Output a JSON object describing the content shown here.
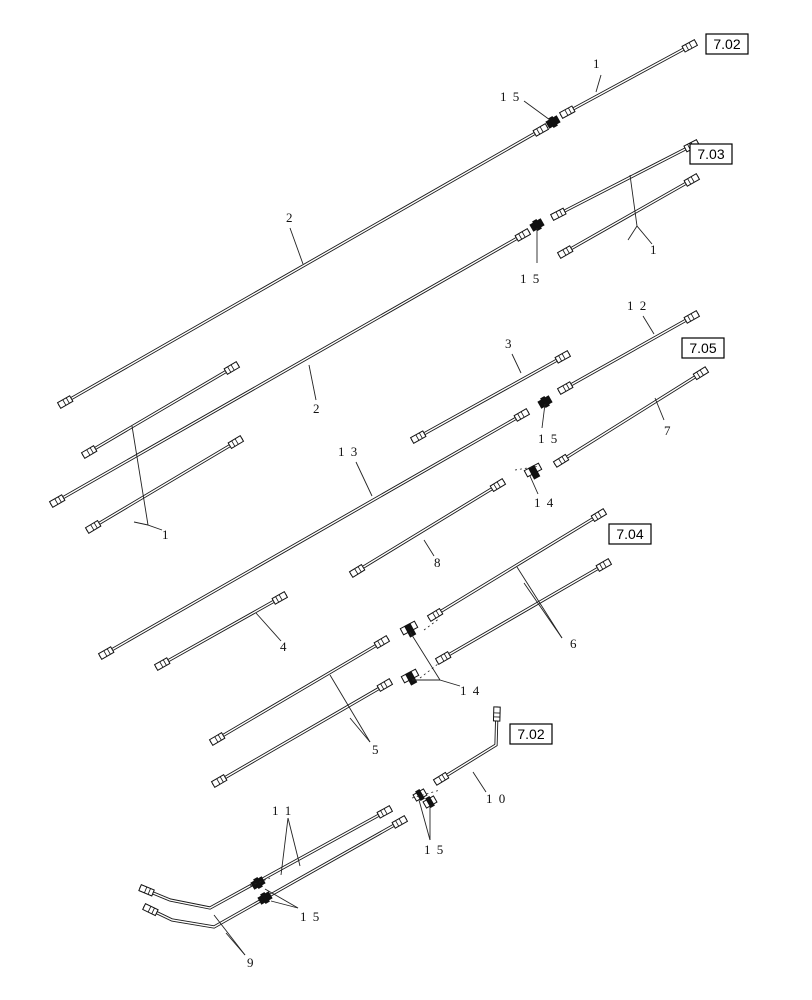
{
  "references": [
    {
      "id": "ref-7-02-top",
      "text": "7.02"
    },
    {
      "id": "ref-7-03",
      "text": "7.03"
    },
    {
      "id": "ref-7-05",
      "text": "7.05"
    },
    {
      "id": "ref-7-04",
      "text": "7.04"
    },
    {
      "id": "ref-7-02-bottom",
      "text": "7.02"
    }
  ],
  "callouts": [
    {
      "id": "c1a",
      "text": "1"
    },
    {
      "id": "c15a",
      "text": "1 5"
    },
    {
      "id": "c2a",
      "text": "2"
    },
    {
      "id": "c1b",
      "text": "1"
    },
    {
      "id": "c15b",
      "text": "1 5"
    },
    {
      "id": "c12",
      "text": "1 2"
    },
    {
      "id": "c3",
      "text": "3"
    },
    {
      "id": "c2b",
      "text": "2"
    },
    {
      "id": "c15c",
      "text": "1 5"
    },
    {
      "id": "c7",
      "text": "7"
    },
    {
      "id": "c13",
      "text": "1 3"
    },
    {
      "id": "c14a",
      "text": "1 4"
    },
    {
      "id": "c1c",
      "text": "1"
    },
    {
      "id": "c8",
      "text": "8"
    },
    {
      "id": "c6",
      "text": "6"
    },
    {
      "id": "c4",
      "text": "4"
    },
    {
      "id": "c14b",
      "text": "1 4"
    },
    {
      "id": "c5",
      "text": "5"
    },
    {
      "id": "c10",
      "text": "1 0"
    },
    {
      "id": "c11",
      "text": "1 1"
    },
    {
      "id": "c15d",
      "text": "1 5"
    },
    {
      "id": "c15e",
      "text": "1 5"
    },
    {
      "id": "c9",
      "text": "9"
    }
  ]
}
